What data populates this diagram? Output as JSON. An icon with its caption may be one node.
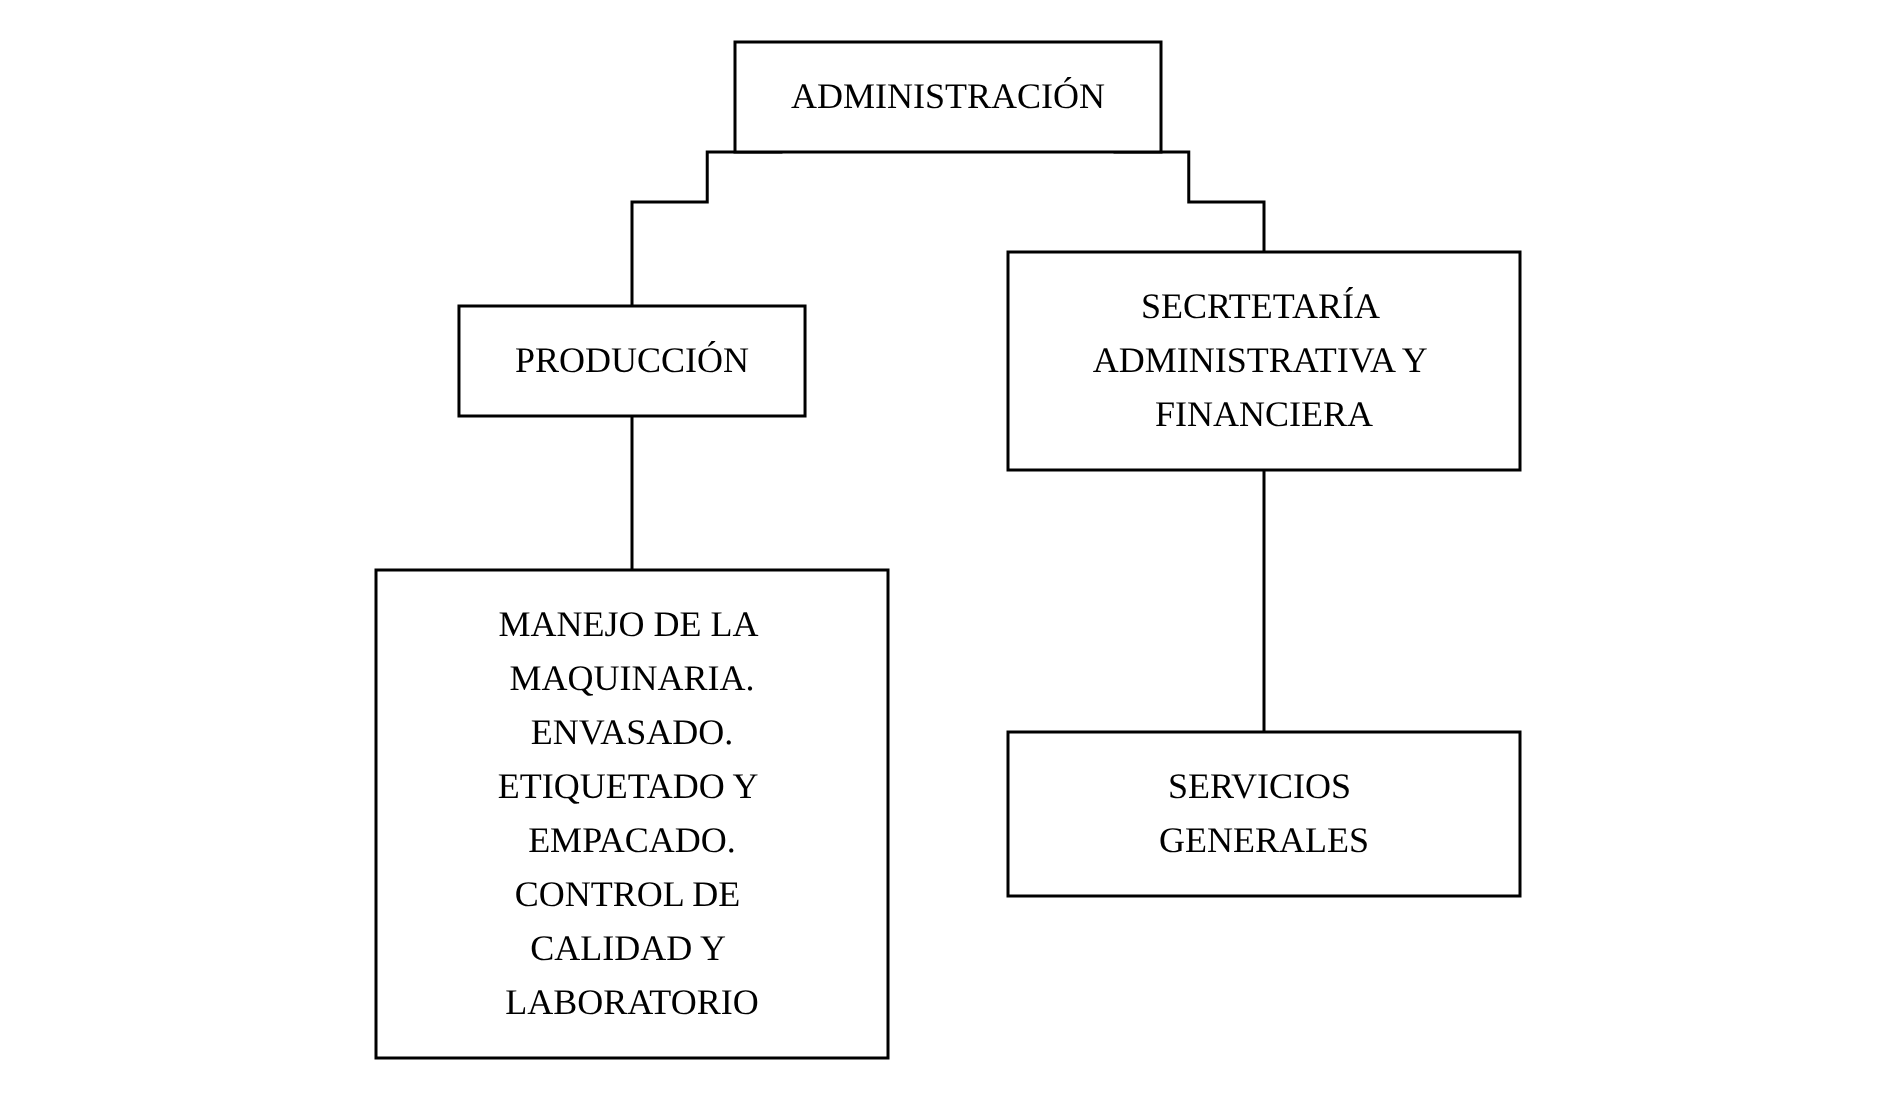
{
  "diagram": {
    "nodes": [
      {
        "text": [
          "ADMINISTRACIÓN"
        ]
      },
      {
        "text": [
          "PRODUCCIÓN"
        ]
      },
      {
        "text": [
          "SECRTETARÍA ADMINISTRATIVA Y FINANCIERA"
        ]
      },
      {
        "text": [
          "MANEJO DE LA MAQUINARIA.",
          "ENVASADO.",
          "ETIQUETADO Y EMPACADO.",
          "CONTROL DE CALIDAD Y LABORATORIO"
        ]
      },
      {
        "text": [
          "SERVICIOS GENERALES"
        ]
      }
    ],
    "edges": [
      {
        "from": 0,
        "to": 1,
        "arrow": "none"
      },
      {
        "from": 0,
        "to": 2,
        "arrow": "none"
      },
      {
        "from": 1,
        "to": 3,
        "arrow": "none"
      },
      {
        "from": 2,
        "to": 4,
        "arrow": "none"
      }
    ]
  }
}
